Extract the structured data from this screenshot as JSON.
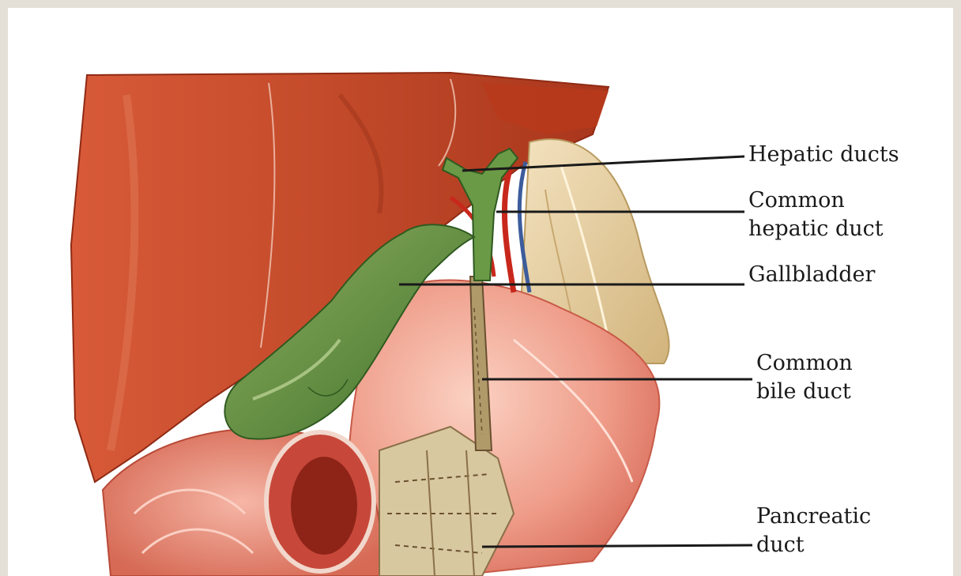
{
  "labels": {
    "hepatic_ducts": "Hepatic ducts",
    "common_hepatic_duct": "Common\nhepatic duct",
    "gallbladder": "Gallbladder",
    "common_bile_duct": "Common\nbile duct",
    "pancreatic_duct": "Pancreatic\nduct"
  },
  "colors": {
    "background": "#ffffff",
    "frame": "#e4e0d8",
    "liver": "#c24a2a",
    "liver_dark": "#9a3018",
    "gallbladder": "#5f8a40",
    "duct": "#b09a6a",
    "duodenum": "#e98a78",
    "stomach": "#ef9d8a",
    "pancreas": "#d8c8a0",
    "leader_line": "#1a1a1a"
  }
}
